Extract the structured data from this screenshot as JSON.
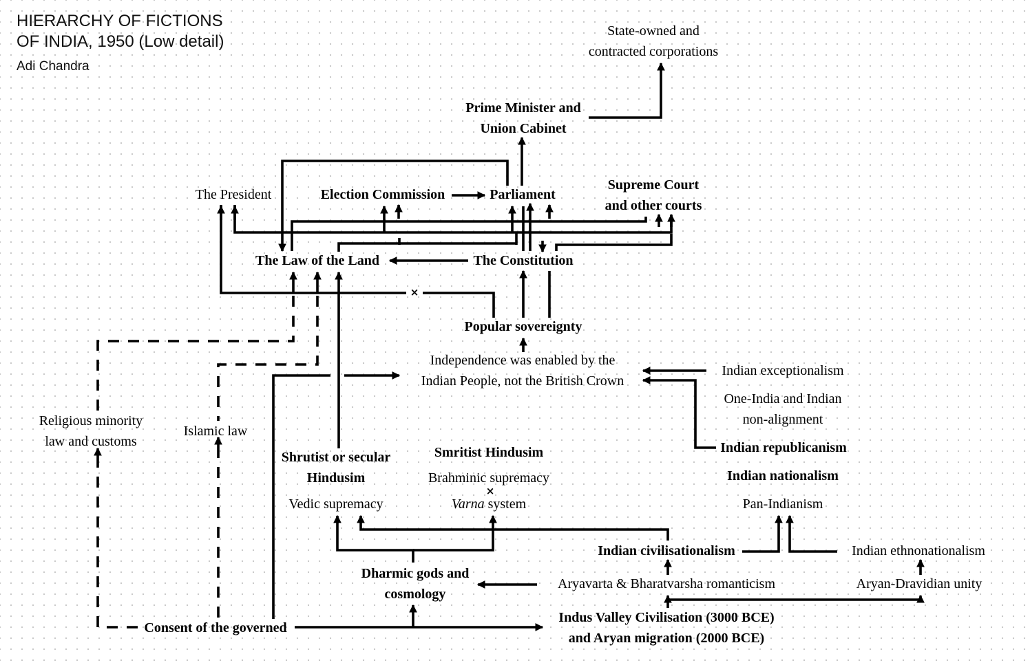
{
  "title": {
    "line1": "HIERARCHY OF FICTIONS",
    "line2": "OF INDIA, 1950 (Low detail)",
    "author": "Adi Chandra"
  },
  "nodes": {
    "state_owned": [
      "State-owned and",
      "contracted corporations"
    ],
    "prime_minister": [
      "Prime Minister and",
      "Union Cabinet"
    ],
    "president": [
      "The President"
    ],
    "election_commission": [
      "Election Commission"
    ],
    "parliament": [
      "Parliament"
    ],
    "supreme_court": [
      "Supreme Court",
      "and other courts"
    ],
    "law_of_land": [
      "The Law of the Land"
    ],
    "constitution": [
      "The Constitution"
    ],
    "popular_sovereignty": [
      "Popular sovereignty"
    ],
    "independence": [
      "Independence was enabled by the",
      "Indian People, not the British Crown"
    ],
    "indian_exceptionalism": [
      "Indian exceptionalism"
    ],
    "one_india": [
      "One-India and Indian",
      "non-alignment"
    ],
    "indian_republicanism": [
      "Indian republicanism"
    ],
    "religious_minority": [
      "Religious minority",
      "law and customs"
    ],
    "islamic_law": [
      "Islamic law"
    ],
    "shrutist": [
      "Shrutist or secular",
      "Hindusim"
    ],
    "vedic": [
      "Vedic supremacy"
    ],
    "smritist": [
      "Smritist Hindusim"
    ],
    "brahminic": [
      "Brahminic supremacy"
    ],
    "varna_italic": "Varna",
    "varna_rest": " system",
    "indian_nationalism": [
      "Indian nationalism"
    ],
    "pan_indianism": [
      "Pan-Indianism"
    ],
    "civilisationalism": [
      "Indian civilisationalism"
    ],
    "ethnonationalism": [
      "Indian ethnonationalism"
    ],
    "dharmic": [
      "Dharmic gods and",
      "cosmology"
    ],
    "aryavarta": [
      "Aryavarta & Bharatvarsha romanticism"
    ],
    "aryan_dravidian": [
      "Aryan-Dravidian unity"
    ],
    "consent": [
      "Consent of the governed"
    ],
    "indus": [
      "Indus Valley Civilisation (3000 BCE)",
      "and Aryan migration (2000 BCE)"
    ]
  },
  "marks": {
    "cross": "×"
  },
  "colors": {
    "ink": "#000000",
    "grid_dot": "#c9c9c9",
    "background": "#ffffff"
  }
}
